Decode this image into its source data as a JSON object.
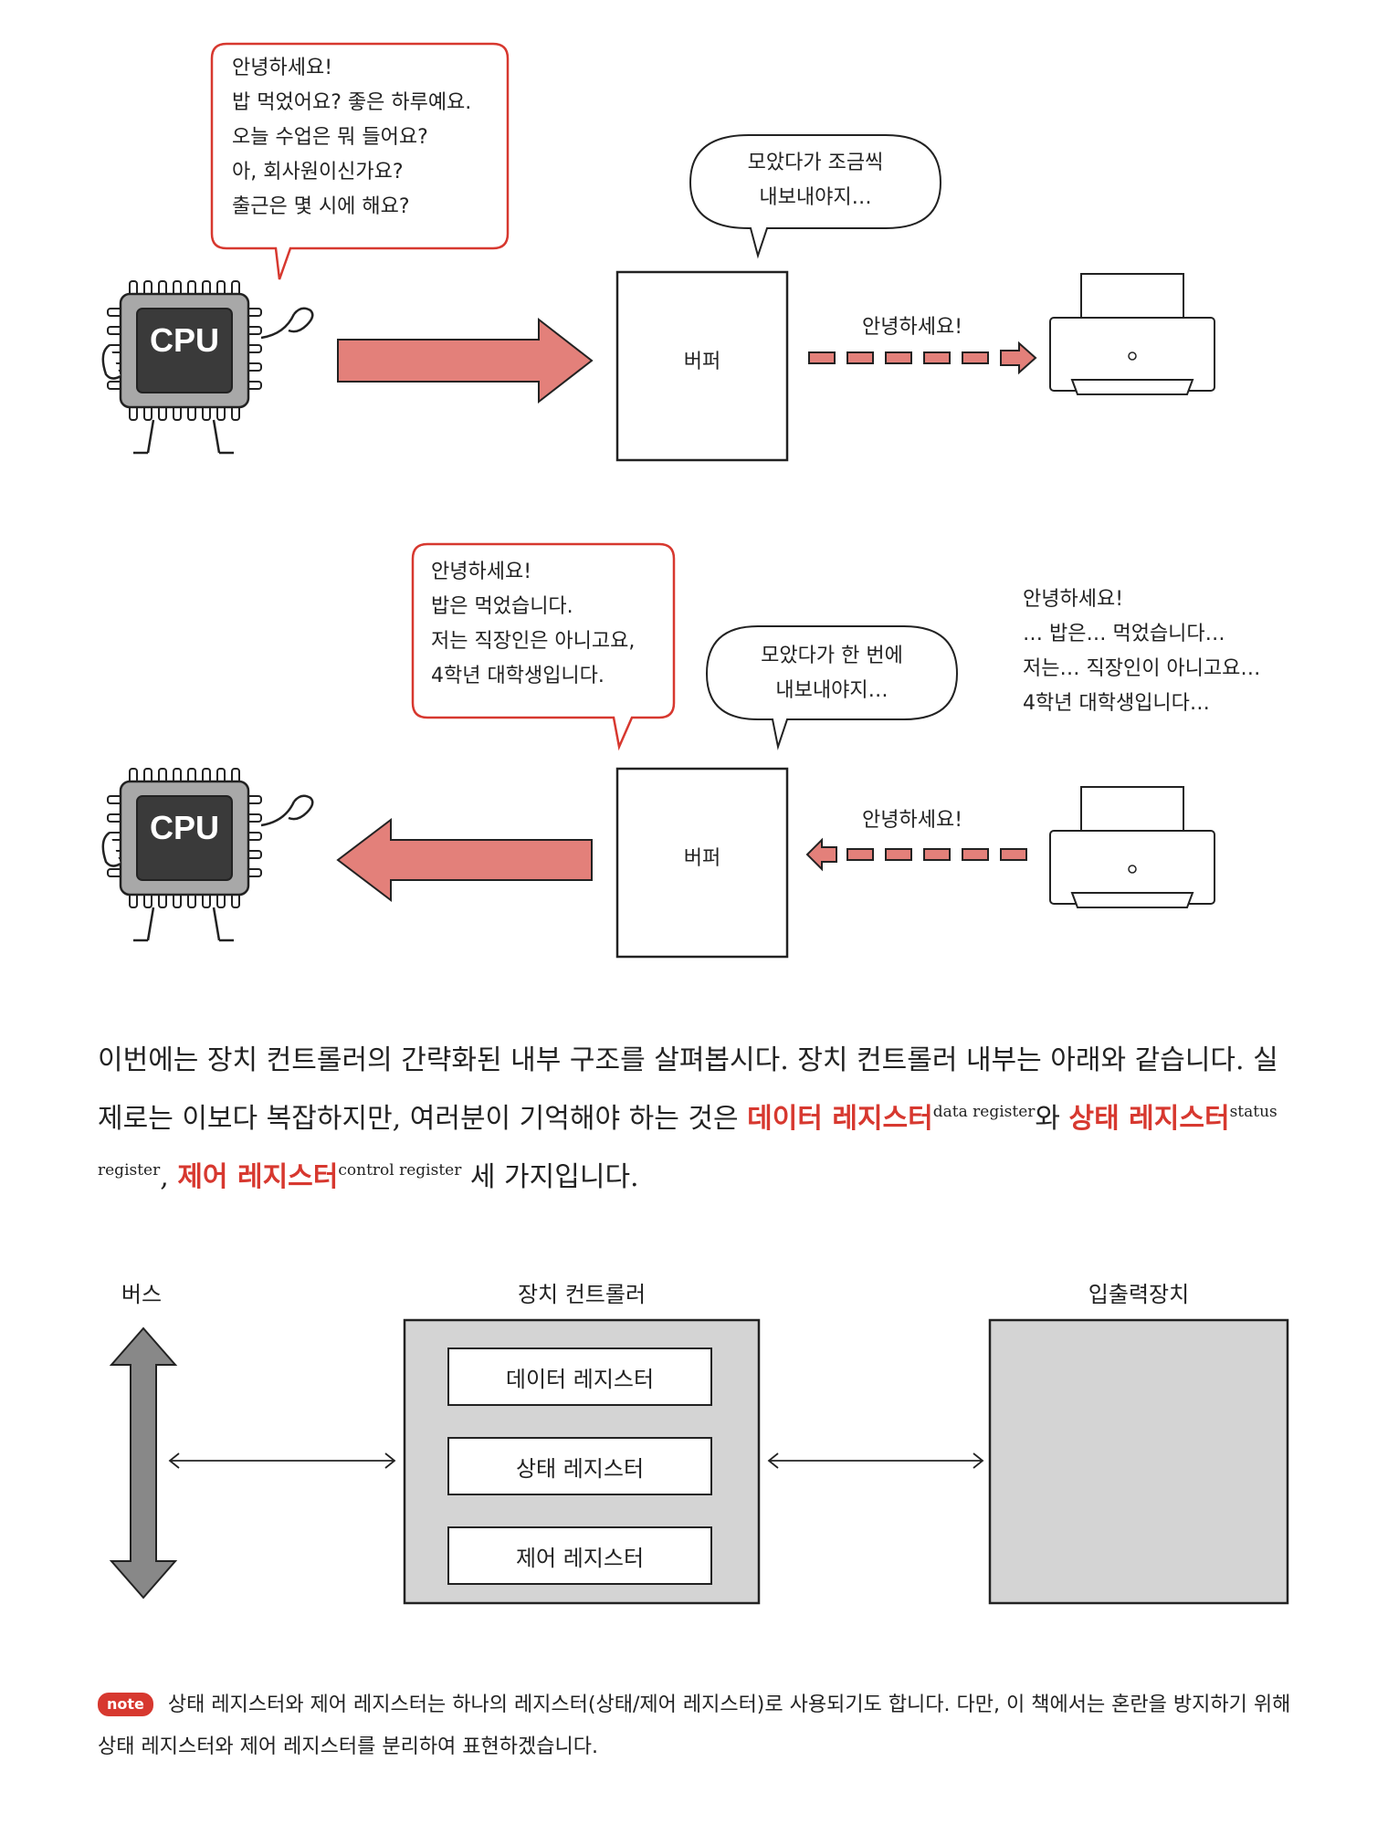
{
  "scene1": {
    "cpu_bubble": [
      "안녕하세요!",
      "밥 먹었어요? 좋은 하루예요.",
      "오늘 수업은 뭐 들어요?",
      "아, 회사원이신가요?",
      "출근은 몇 시에 해요?"
    ],
    "buffer_bubble": [
      "모았다가 조금씩",
      "내보내야지…"
    ],
    "buffer_label": "버퍼",
    "stream_text": "안녕하세요!",
    "cpu_label": "CPU"
  },
  "scene2": {
    "cpu_bubble": [
      "안녕하세요!",
      "밥은 먹었습니다.",
      "저는 직장인은 아니고요,",
      "4학년 대학생입니다."
    ],
    "buffer_bubble": [
      "모았다가 한 번에",
      "내보내야지…"
    ],
    "printer_text": [
      "안녕하세요!",
      "… 밥은… 먹었습니다…",
      "저는… 직장인이 아니고요…",
      "4학년 대학생입니다…"
    ],
    "buffer_label": "버퍼",
    "stream_text": "안녕하세요!",
    "cpu_label": "CPU"
  },
  "paragraph": {
    "part1": "이번에는 장치 컨트롤러의 간략화된 내부 구조를 살펴봅시다. 장치 컨트롤러 내부는 아래와 같습니다. 실제로는 이보다 복잡하지만, 여러분이 기억해야 하는 것은 ",
    "term1": "데이터 레지스터",
    "term1_en": "data register",
    "part2": "와 ",
    "term2": "상태 레지스터",
    "term2_en": "status register",
    "part3": ", ",
    "term3": "제어 레지스터",
    "term3_en": "control register",
    "part4": " 세 가지입니다."
  },
  "diagram": {
    "bus_label": "버스",
    "controller_label": "장치 컨트롤러",
    "io_label": "입출력장치",
    "registers": [
      "데이터 레지스터",
      "상태 레지스터",
      "제어 레지스터"
    ]
  },
  "note": {
    "badge": "note",
    "text": "상태 레지스터와 제어 레지스터는 하나의 레지스터(상태/제어 레지스터)로 사용되기도 합니다. 다만, 이 책에서는 혼란을 방지하기 위해 상태 레지스터와 제어 레지스터를 분리하여 표현하겠습니다."
  },
  "colors": {
    "accent": "#d7382f",
    "arrow_fill": "#e3807a",
    "box_gray": "#d4d4d4",
    "chip_gray": "#a8a8a8"
  }
}
